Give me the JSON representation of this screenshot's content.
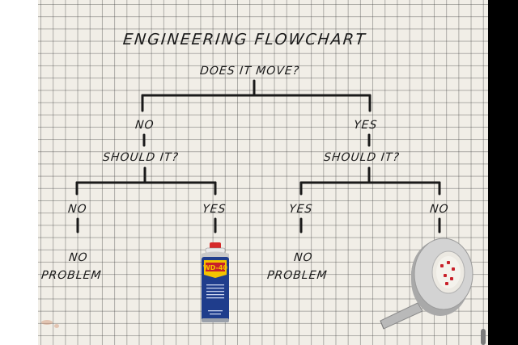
{
  "diagram": {
    "title": "ENGINEERING FLOWCHART",
    "root_question": "DOES IT MOVE?",
    "left_branch": {
      "answer": "NO",
      "question": "SHOULD IT?",
      "outcomes": [
        {
          "answer": "NO",
          "result_line1": "NO",
          "result_line2": "PROBLEM"
        },
        {
          "answer": "YES",
          "result_image": "wd-40-spray-can",
          "can_label": "WD-40"
        }
      ]
    },
    "right_branch": {
      "answer": "YES",
      "question": "SHOULD IT?",
      "outcomes": [
        {
          "answer": "YES",
          "result_line1": "NO",
          "result_line2": "PROBLEM"
        },
        {
          "answer": "NO",
          "result_image": "duct-tape-roll"
        }
      ]
    }
  },
  "colors": {
    "paper": "#f1eee7",
    "ink": "#1a1a1a",
    "can_blue": "#1f3d8c",
    "can_red": "#c8202a",
    "can_yellow": "#f5c400",
    "tape_silver": "#c9c9c9"
  }
}
